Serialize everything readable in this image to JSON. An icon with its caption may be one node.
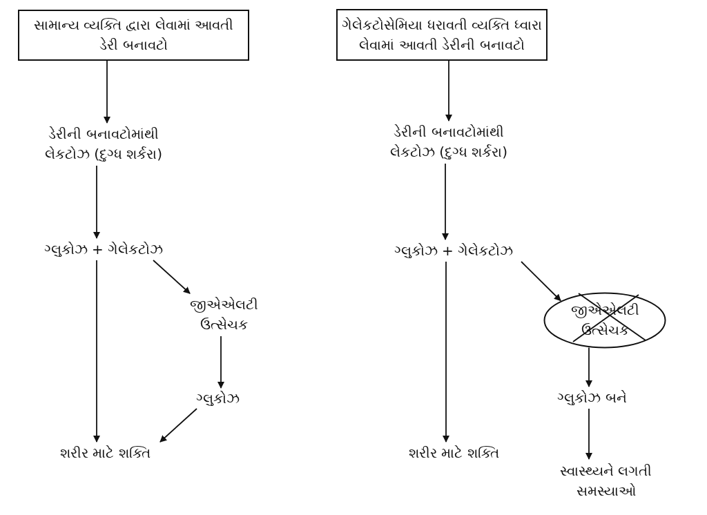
{
  "diagram": {
    "nodes": [
      {
        "text": [
          "સામાન્ય વ્યક્તિ દ્વારા લેવામાં આવતી ડેરી બનાવટો"
        ]
      },
      {
        "text": [
          "ડેરીની બનાવટોમાંથી લેકટોઝ (દુગ્ધ શર્કરા)"
        ]
      },
      {
        "text": [
          "ગ્લુકોઝ + ગેલેકટોઝ"
        ]
      },
      {
        "text": [
          "જીએએલટી ઉત્સેચક"
        ]
      },
      {
        "text": [
          "ગ્લુકોઝ"
        ]
      },
      {
        "text": [
          "શરીર માટે શક્તિ"
        ]
      },
      {
        "text": [
          "ગેલેકટોસેમિયા ધરાવતી વ્યક્તિ ધ્વારા લેવામાં આવતી ડેરીની બનાવટો"
        ]
      },
      {
        "text": [
          "ડેરીની બનાવટોમાંથી લેકટોઝ (દુગ્ધ શર્કરા)"
        ]
      },
      {
        "text": [
          "ગ્લુકોઝ + ગેલેકટોઝ"
        ]
      },
      {
        "text": [
          "જીએએલટી ઉત્સેચક"
        ]
      },
      {
        "text": [
          "ગ્લુકોઝ બને"
        ]
      },
      {
        "text": [
          "શરીર માટે શક્તિ"
        ]
      },
      {
        "text": [
          "સ્વાસ્થ્યને લગતી સમસ્યાઓ"
        ]
      }
    ],
    "edges": [
      {
        "from": 0,
        "to": 1,
        "arrow": "to"
      },
      {
        "from": 1,
        "to": 2,
        "arrow": "to"
      },
      {
        "from": 2,
        "to": 5,
        "arrow": "to"
      },
      {
        "from": 2,
        "to": 3,
        "arrow": "to"
      },
      {
        "from": 3,
        "to": 4,
        "arrow": "to"
      },
      {
        "from": 4,
        "to": 5,
        "arrow": "to"
      },
      {
        "from": 6,
        "to": 7,
        "arrow": "to"
      },
      {
        "from": 7,
        "to": 8,
        "arrow": "to"
      },
      {
        "from": 8,
        "to": 11,
        "arrow": "to"
      },
      {
        "from": 8,
        "to": 9,
        "arrow": "to"
      },
      {
        "from": 9,
        "to": 10,
        "arrow": "to"
      },
      {
        "from": 10,
        "to": 12,
        "arrow": "to"
      }
    ]
  }
}
